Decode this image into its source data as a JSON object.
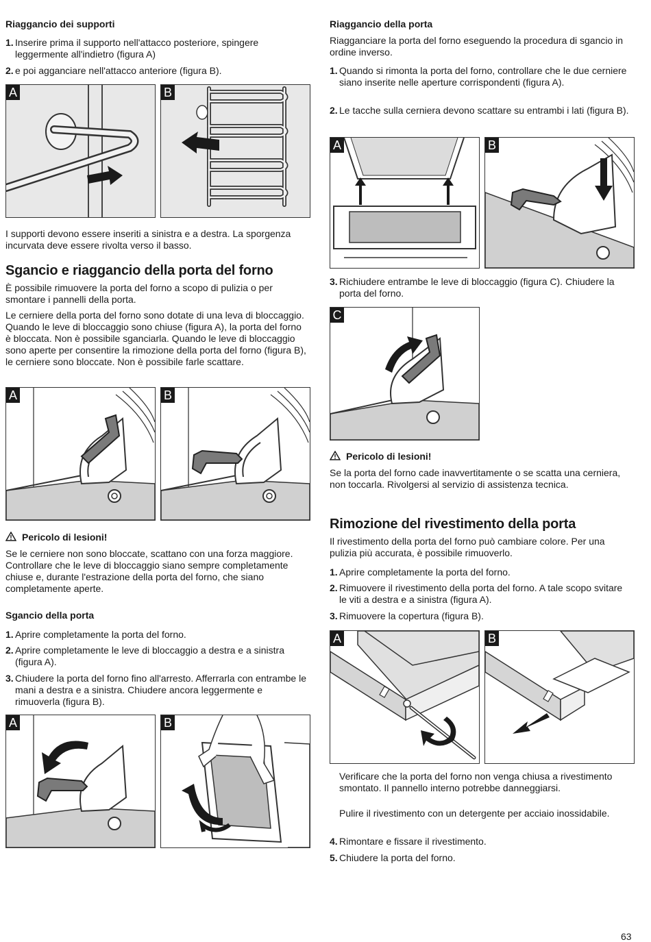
{
  "left": {
    "supports_heading": "Riaggancio dei supporti",
    "supports_steps": [
      "Inserire prima il supporto nell'attacco posteriore, spingere leggermente all'indietro (figura A)",
      "e poi agganciare nell'attacco anteriore (figura B)."
    ],
    "supports_note": "I supporti devono essere inseriti a sinistra e a destra. La sporgenza incurvata deve essere rivolta verso il basso.",
    "door_heading": "Sgancio e riaggancio della porta del forno",
    "door_p1": "È possibile rimuovere la porta del forno a scopo di pulizia o per smontare i pannelli della porta.",
    "door_p2": "Le cerniere della porta del forno sono dotate di una leva di bloccaggio. Quando le leve di bloccaggio sono chiuse (figura A), la porta del forno è bloccata. Non è possibile sganciarla. Quando le leve di bloccaggio sono aperte per consentire la rimozione della porta del forno (figura B), le cerniere sono bloccate. Non è possibile farle scattare.",
    "warning_title": "Pericolo di lesioni!",
    "warning_text": "Se le cerniere non sono bloccate, scattano con una forza maggiore. Controllare che le leve di bloccaggio siano sempre completamente chiuse e, durante l'estrazione della porta del forno, che siano completamente aperte.",
    "unhook_heading": "Sgancio della porta",
    "unhook_steps": [
      "Aprire completamente la porta del forno.",
      "Aprire completamente le leve di bloccaggio a destra e a sinistra (figura A).",
      "Chiudere la porta del forno fino all'arresto. Afferrarla con entrambe le mani a destra e a sinistra. Chiudere ancora leggermente e rimuoverla (figura B)."
    ]
  },
  "right": {
    "rehook_heading": "Riaggancio della porta",
    "rehook_intro": "Riagganciare la porta del forno eseguendo la procedura di sgancio in ordine inverso.",
    "rehook_steps": [
      "Quando si rimonta la porta del forno, controllare che le due cerniere siano inserite nelle aperture corrispondenti (figura A).",
      "Le tacche sulla cerniera devono scattare su entrambi i lati (figura B).",
      "Richiudere entrambe le leve di bloccaggio (figura C). Chiudere la porta del forno."
    ],
    "warning_title": "Pericolo di lesioni!",
    "warning_text": "Se la porta del forno cade inavvertitamente o se scatta una cerniera, non toccarla. Rivolgersi al servizio di assistenza tecnica.",
    "cover_heading": "Rimozione del rivestimento della porta",
    "cover_intro": "Il rivestimento della porta del forno può cambiare colore. Per una pulizia più accurata, è possibile rimuoverlo.",
    "cover_steps": [
      "Aprire completamente la porta del forno.",
      "Rimuovere il rivestimento della porta del forno. A tale scopo svitare le viti a destra e a sinistra (figura A).",
      "Rimuovere la copertura (figura B)."
    ],
    "cover_note1": "Verificare che la porta del forno non venga chiusa a rivestimento smontato. Il pannello interno potrebbe danneggiarsi.",
    "cover_note2": "Pulire il rivestimento con un detergente per acciaio inossidabile.",
    "cover_steps_end": [
      "Rimontare e fissare il rivestimento.",
      "Chiudere la porta del forno."
    ]
  },
  "figure_labels": {
    "a": "A",
    "b": "B",
    "c": "C"
  },
  "step_numbers": [
    "1.",
    "2.",
    "3.",
    "4.",
    "5."
  ],
  "page_number": "63"
}
